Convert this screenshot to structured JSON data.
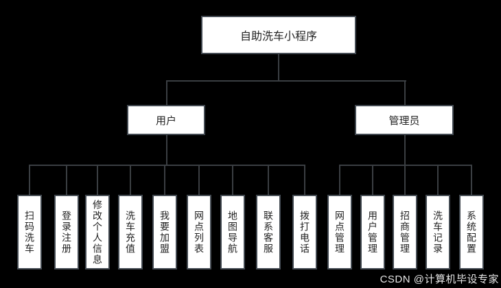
{
  "diagram": {
    "root": {
      "label": "自助洗车小程序"
    },
    "branches": {
      "user": {
        "label": "用户"
      },
      "admin": {
        "label": "管理员"
      }
    },
    "user_children": [
      "扫码洗车",
      "登录注册",
      "修改个人信息",
      "洗车充值",
      "我要加盟",
      "网点列表",
      "地图导航",
      "联系客服",
      "拨打电话"
    ],
    "admin_children": [
      "网点管理",
      "用户管理",
      "招商管理",
      "洗车记录",
      "系统配置"
    ]
  },
  "watermark": "CSDN @计算机毕设专家",
  "colors": {
    "background": "#000000",
    "box_fill": "#ffffff",
    "box_border": "#434a52",
    "connector_line": "#3b3f43",
    "text": "#222222",
    "watermark_text": "#e8e8e8"
  }
}
